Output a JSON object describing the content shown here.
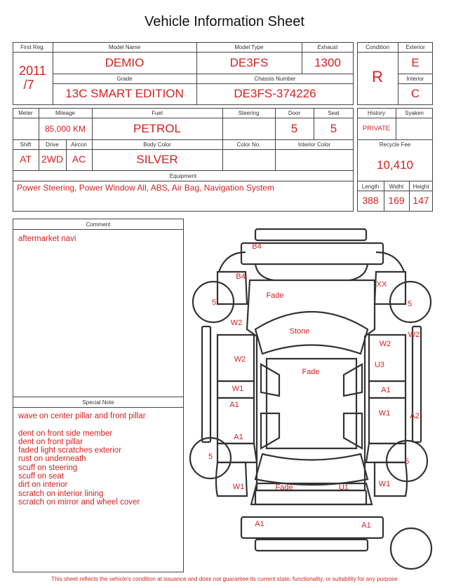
{
  "title": "Vehicle Information Sheet",
  "labels": {
    "first_reg": "First Reg.",
    "model_name": "Model Name",
    "model_type": "Model Type",
    "exhaust": "Exhaust",
    "condition": "Condition",
    "exterior": "Exterior",
    "grade": "Grade",
    "chassis_number": "Chassis Number",
    "interior": "Interior",
    "meter": "Meter",
    "mileage": "Mileage",
    "fuel": "Fuel",
    "steering": "Steering",
    "door": "Door",
    "seat": "Seat",
    "history": "History",
    "syaken": "Syaken",
    "shift": "Shift",
    "drive": "Drive",
    "aircon": "Aircon",
    "body_color": "Body Color",
    "color_no": "Color No.",
    "interior_color": "Interior Color",
    "recycle_fee": "Recycle Fee",
    "equipment": "Equipment",
    "length": "Length",
    "width": "Widht",
    "height": "Height",
    "comment": "Comment",
    "special_note": "Special Note"
  },
  "values": {
    "first_reg_year": "2011",
    "first_reg_month": "/7",
    "model_name": "DEMIO",
    "model_type": "DE3FS",
    "exhaust": "1300",
    "condition": "R",
    "exterior": "E",
    "grade": "13C SMART EDITION",
    "chassis_number": "DE3FS-374226",
    "interior": "C",
    "meter": "",
    "mileage": "85,000 KM",
    "fuel": "PETROL",
    "steering": "",
    "door": "5",
    "seat": "5",
    "history": "PRIVATE",
    "syaken": "",
    "shift": "AT",
    "drive": "2WD",
    "aircon": "AC",
    "body_color": "SILVER",
    "color_no": "",
    "interior_color": "",
    "recycle_fee": "10,410",
    "equipment": "Power Steering, Power Window  All, ABS, Air Bag, Navigation System",
    "length": "388",
    "width": "169",
    "height": "147"
  },
  "comment": "aftermarket navi",
  "special_notes": [
    "wave on center pillar and front pillar",
    "",
    "dent on front side member",
    "dent on front pillar",
    "faded light scratches exterior",
    "rust on underneath",
    "scuff on steering",
    "scuff on seat",
    "dirt on interior",
    "scratch on interior lining",
    "scratch on mirror and wheel cover"
  ],
  "damage_marks": {
    "rear_bumper": "B4",
    "rear_quarter_left": "B4",
    "rear_quarter_right": "XX",
    "wheel_rear_left": "5",
    "wheel_rear_right": "5",
    "roof_rear": "Fade",
    "rear_glass": "Stone",
    "roof": "Fade",
    "left_quarter_top": "W2",
    "left_rear_door": "W2",
    "left_center_pillar": "W1",
    "left_rear_door_low": "A1",
    "left_front_door": "A1",
    "left_front_fender": "W1",
    "wheel_front_left": "5",
    "right_quarter": "W2",
    "right_rear_door": "W2",
    "right_rear_door_mid": "U3",
    "right_center_pillar": "A1",
    "right_front_door": "W1",
    "right_rocker": "A2",
    "wheel_front_right": "5",
    "right_front_fender": "W1",
    "hood_fade": "Fade",
    "hood_right": "U1",
    "front_bumper_left": "A1",
    "front_bumper_right": "A1"
  },
  "footer": "This sheet reflects the vehicle's condition at issuance and does not guarantee its current state, functionality, or suitability for any purpose"
}
